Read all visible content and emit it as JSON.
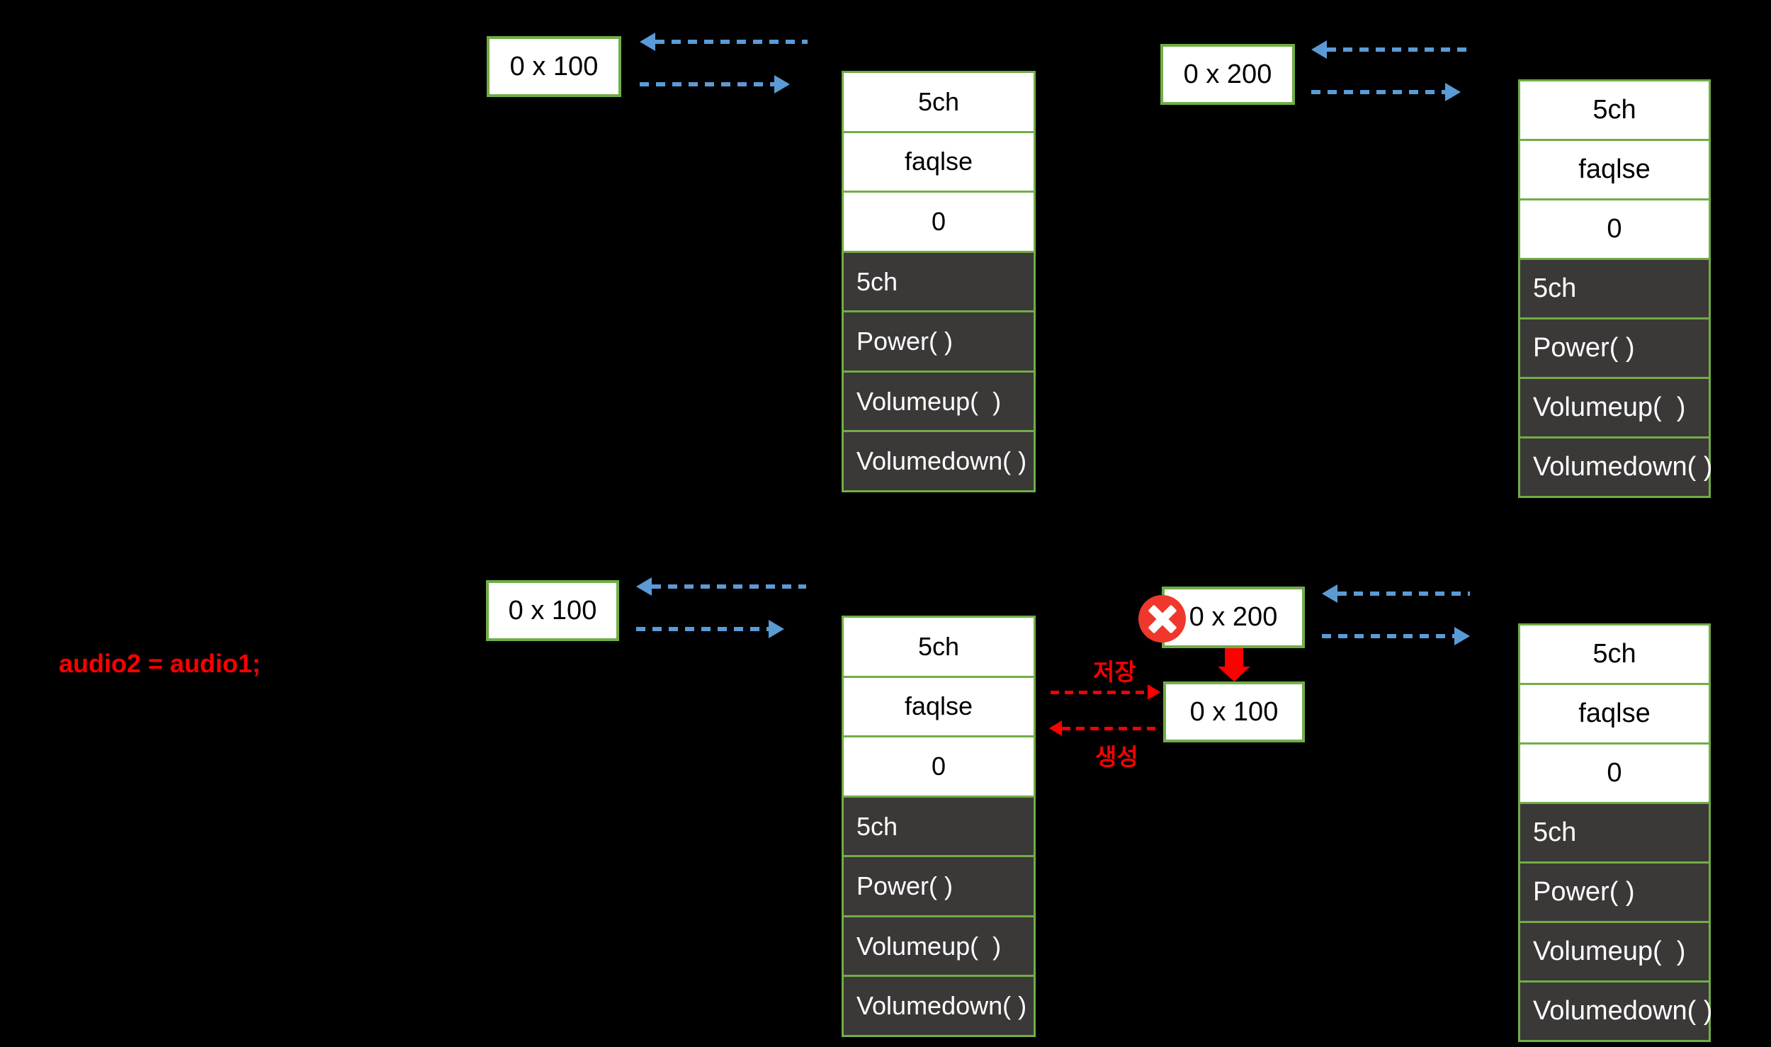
{
  "colors": {
    "background": "#000000",
    "accent_green": "#70AD47",
    "cell_dark": "#3B3838",
    "cell_light": "#FFFFFF",
    "arrow_blue": "#5B9BD5",
    "accent_red": "#FF0000",
    "badge_red": "#EF372C",
    "text_dark": "#000000",
    "text_light": "#FFFFFF"
  },
  "before": {
    "audio1": {
      "address": "0 x 100",
      "object": {
        "fields": [
          "5ch",
          "faqlse",
          "0"
        ],
        "methods": [
          "5ch",
          "Power( )",
          "Volumeup(  )",
          "Volumedown( )"
        ]
      }
    },
    "audio2": {
      "address": "0 x 200",
      "object": {
        "fields": [
          "5ch",
          "faqlse",
          "0"
        ],
        "methods": [
          "5ch",
          "Power( )",
          "Volumeup(  )",
          "Volumedown( )"
        ]
      }
    }
  },
  "after": {
    "code": "audio2 = audio1;",
    "audio1": {
      "address": "0 x 100",
      "object": {
        "fields": [
          "5ch",
          "faqlse",
          "0"
        ],
        "methods": [
          "5ch",
          "Power( )",
          "Volumeup(  )",
          "Volumedown( )"
        ]
      }
    },
    "audio2": {
      "old_address": "0 x 200",
      "new_address": "0 x 100",
      "store_label": "저장",
      "create_label": "생성",
      "object": {
        "fields": [
          "5ch",
          "faqlse",
          "0"
        ],
        "methods": [
          "5ch",
          "Power( )",
          "Volumeup(  )",
          "Volumedown( )"
        ]
      }
    }
  }
}
